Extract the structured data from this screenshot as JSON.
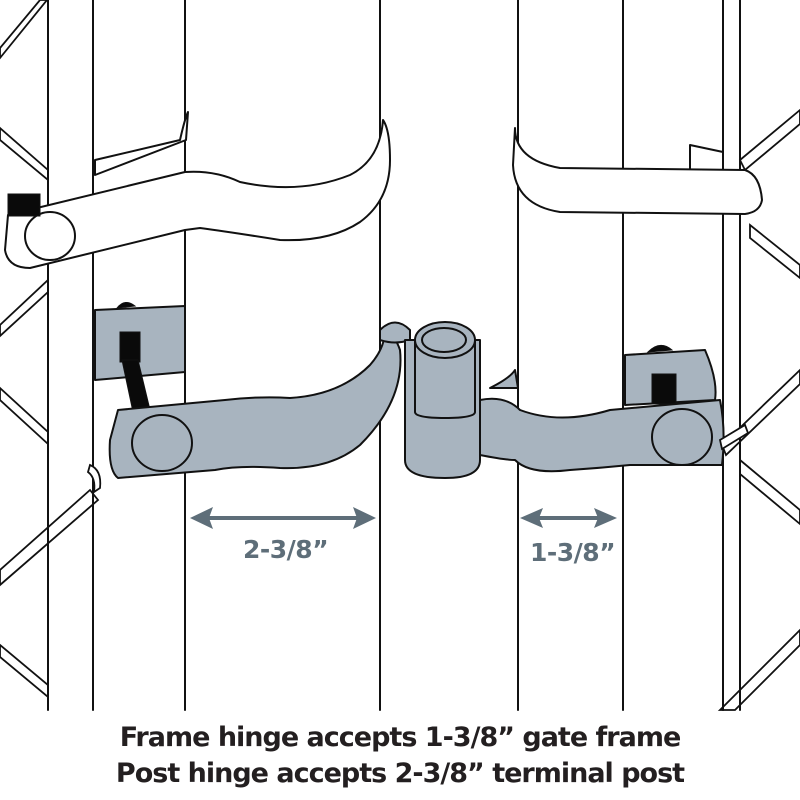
{
  "diagram": {
    "subject": "Chain-link fence gate hinge illustration",
    "colors": {
      "steel": "#a8b4bf",
      "dimension": "#5e6e79",
      "caption_text": "#231f20",
      "line": "#111111",
      "background": "#ffffff"
    },
    "components": {
      "gate_frame": "Gate frame (1-3/8\" pipe)",
      "terminal_post": "Terminal post (2-3/8\" pipe)",
      "frame_hinge": "Frame hinge",
      "post_hinge": "Post hinge",
      "carriage_bolts": "Carriage bolts",
      "tension_bands": "Bands",
      "chain_link_mesh": "Chain-link mesh"
    },
    "dimensions": {
      "post": "2-3/8”",
      "frame": "1-3/8”"
    }
  },
  "caption": {
    "line1": "Frame hinge accepts 1-3/8” gate frame",
    "line2": "Post hinge accepts 2-3/8”  terminal post"
  }
}
